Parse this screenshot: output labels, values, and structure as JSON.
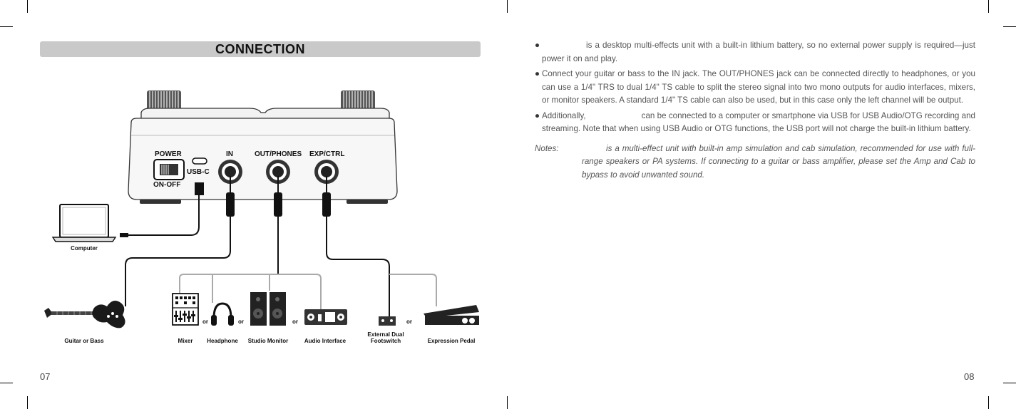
{
  "left_page": {
    "section_title": "CONNECTION",
    "page_number": "07",
    "device_labels": {
      "power": "POWER",
      "on_off": "ON-OFF",
      "usb_c": "USB-C",
      "in": "IN",
      "out_phones": "OUT/PHONES",
      "exp_ctrl": "EXP/CTRL"
    },
    "peripherals": {
      "computer": "Computer",
      "guitar_or_bass": "Guitar or Bass",
      "mixer": "Mixer",
      "headphone": "Headphone",
      "studio_monitor": "Studio Monitor",
      "audio_interface": "Audio Interface",
      "external_footswitch_line1": "External Dual",
      "external_footswitch_line2": "Footswitch",
      "expression_pedal": "Expression Pedal"
    },
    "or_label": "or"
  },
  "right_page": {
    "page_number": "08",
    "bullet_1": "is a desktop multi-effects unit with a built-in lithium battery, so no external power supply is required—just power it on and play.",
    "bullet_2": "Connect your guitar or bass to the IN jack. The OUT/PHONES jack can be connected directly to headphones, or you can use a 1/4\" TRS to dual 1/4\" TS cable to split the stereo signal into two mono outputs for audio interfaces, mixers, or monitor speakers. A standard 1/4\" TS cable can also be used, but in this case only the left channel will be output.",
    "bullet_3_prefix": "Additionally,",
    "bullet_3_rest": "can be connected to a computer or smartphone via USB for USB Audio/OTG recording and streaming. Note that when using USB Audio or OTG functions, the USB port will not charge the built-in lithium battery.",
    "notes_label": "Notes:",
    "notes_text": "is a multi-effect unit with built-in amp simulation and cab simulation, recommended for use with full-range speakers or PA systems. If connecting to a guitar or bass amplifier, please set the Amp and Cab to bypass to avoid unwanted sound.",
    "bullet_symbol": "●"
  },
  "colors": {
    "band": "#c9c9c9",
    "cable": "#111111",
    "gray_cable": "#aaaaaa"
  }
}
